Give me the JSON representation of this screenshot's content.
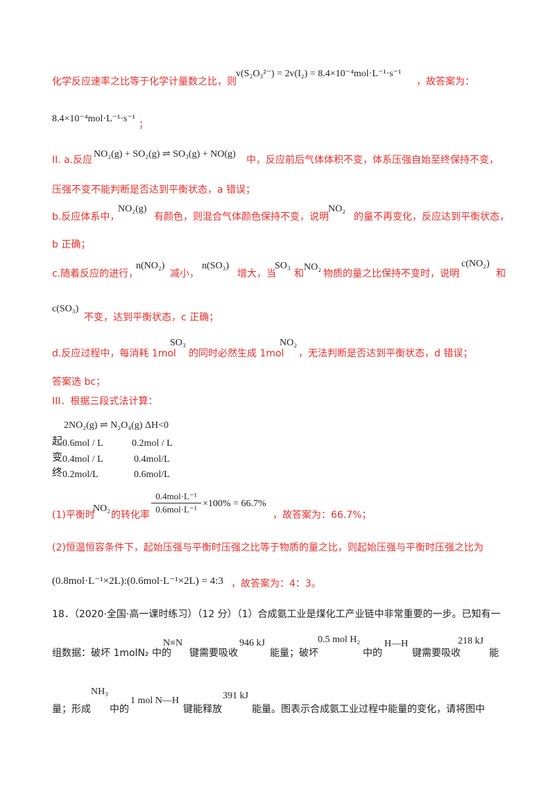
{
  "l1": {
    "text": "化学反应速率之比等于化学计量数之比，则",
    "math": "v(S₂O₃²⁻) = 2v(I₂) = 8.4×10⁻⁴mol·L⁻¹·s⁻¹",
    "tail": "，故答案为："
  },
  "l2": {
    "math": "8.4×10⁻⁴mol·L⁻¹·s⁻¹",
    "tail": "；"
  },
  "l3": {
    "prefix": "II.  a.反应",
    "math": "NO₂(g) + SO₂(g) ⇌ SO₃(g) + NO(g)",
    "tail": "中，反应前后气体体积不变，体系压强自始至终保持不变，"
  },
  "l4": {
    "text": "压强不变不能判断是否达到平衡状态，a 错误；"
  },
  "l5": {
    "a": "b.反应体系中，",
    "m1": "NO₂(g)",
    "b": "有颜色，则混合气体颜色保持不变，说明",
    "m2": "NO₂",
    "c": "的量不再变化，反应达到平衡状态，"
  },
  "l6": {
    "text": "b 正确；"
  },
  "l7": {
    "a": "c.随着反应的进行，",
    "m1": "n(NO₂)",
    "b": "减小，",
    "m2": "n(SO₃)",
    "c": "增大，当",
    "m3": "SO₃",
    "d": "和",
    "m4": "NO₂",
    "e": "物质的量之比保持不变时，说明",
    "m5": "c(NO₂)",
    "f": "和"
  },
  "l8": {
    "m1": "c(SO₃)",
    "a": "不变，达到平衡状态，c 正确；"
  },
  "l9": {
    "a": "d.反应过程中，每消耗 1mol",
    "m1": "SO₃",
    "b": "的同时必然生成 1mol",
    "m2": "NO₂",
    "c": "，无法判断是否达到平衡状态，d 错误；"
  },
  "l10": {
    "text": "答案选 bc；"
  },
  "l11": {
    "text": "III．根据三段式法计算："
  },
  "table": {
    "eq": "2NO₂(g)   ⇌   N₂O₄(g)   ΔH<0",
    "side": [
      "起",
      "变",
      "终"
    ],
    "rows": [
      [
        "0.6mol / L",
        "0.2mol / L"
      ],
      [
        "0.4mol / L",
        "0.4mol/L"
      ],
      [
        "0.2mol/L",
        "0.6mol/L"
      ]
    ]
  },
  "l12": {
    "a": "(1)平衡时",
    "m1": "NO₂",
    "b": "的转化率",
    "num": "0.4mol·L⁻¹",
    "den": "0.6mol·L⁻¹",
    "rest": "×100% = 66.7%",
    "c": "，故答案为：66.7%；"
  },
  "l13": {
    "text": "(2)恒温恒容条件下，起始压强与平衡时压强之比等于物质的量之比，则起始压强与平衡时压强之比为"
  },
  "l14": {
    "math": "(0.8mol·L⁻¹×2L):(0.6mol·L⁻¹×2L) = 4:3",
    "tail": "，故答案为：4：3。"
  },
  "l15": {
    "text": "18．（2020·全国·高一课时练习）（12 分）（1）合成氨工业是煤化工产业链中非常重要的一步。已知有一"
  },
  "l16": {
    "a": "组数据：破坏 1molN₂ 中的",
    "m1": "N≡N",
    "b": "键需要吸收",
    "m2": "946 kJ",
    "c": "能量；破坏",
    "m3": "0.5 mol H₂",
    "d": "中的",
    "m4": "H—H",
    "e": "键需要吸收",
    "m5": "218 kJ",
    "f": "能"
  },
  "l17": {
    "a": "量；形成",
    "m1": "NH₃",
    "b": "中的",
    "m2": "1 mol N—H",
    "c": "键能释放",
    "m3": "391 kJ",
    "d": "能量。图表示合成氨工业过程中能量的变化，请将图中"
  }
}
